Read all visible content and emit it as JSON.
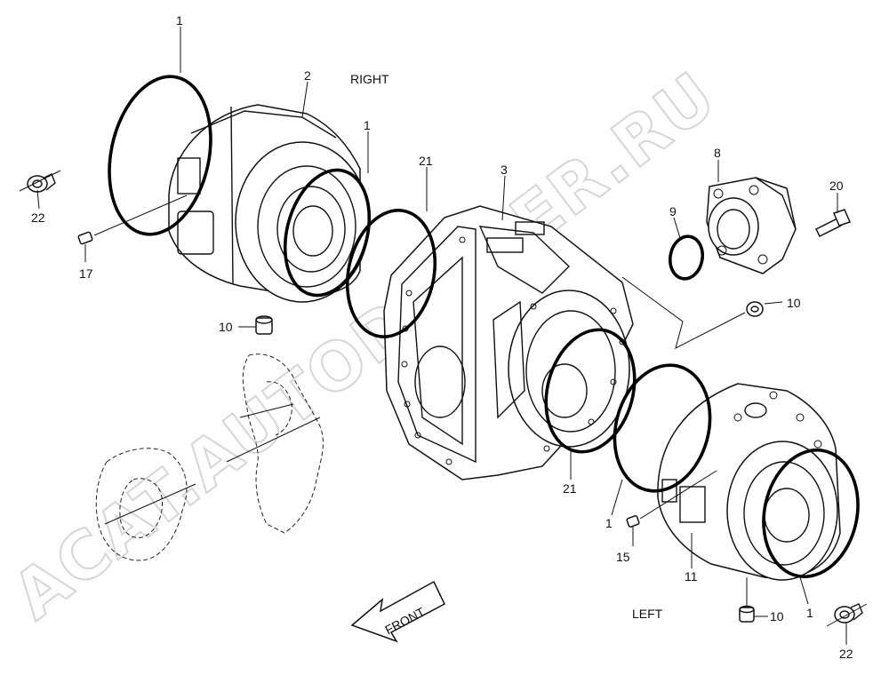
{
  "diagram": {
    "captions": {
      "right": "RIGHT",
      "left": "LEFT",
      "front": "FRONT"
    },
    "watermark": "ACAT.AUTODEALER.RU",
    "parts": [
      {
        "id": "p1a",
        "label": "1"
      },
      {
        "id": "p2",
        "label": "2"
      },
      {
        "id": "p1b",
        "label": "1"
      },
      {
        "id": "p21a",
        "label": "21"
      },
      {
        "id": "p3",
        "label": "3"
      },
      {
        "id": "p8",
        "label": "8"
      },
      {
        "id": "p20",
        "label": "20"
      },
      {
        "id": "p9",
        "label": "9"
      },
      {
        "id": "p22a",
        "label": "22"
      },
      {
        "id": "p17",
        "label": "17"
      },
      {
        "id": "p10a",
        "label": "10"
      },
      {
        "id": "p10b",
        "label": "10"
      },
      {
        "id": "p21b",
        "label": "21"
      },
      {
        "id": "p1c",
        "label": "1"
      },
      {
        "id": "p15",
        "label": "15"
      },
      {
        "id": "p11",
        "label": "11"
      },
      {
        "id": "p1d",
        "label": "1"
      },
      {
        "id": "p10c",
        "label": "10"
      },
      {
        "id": "p22b",
        "label": "22"
      }
    ]
  }
}
